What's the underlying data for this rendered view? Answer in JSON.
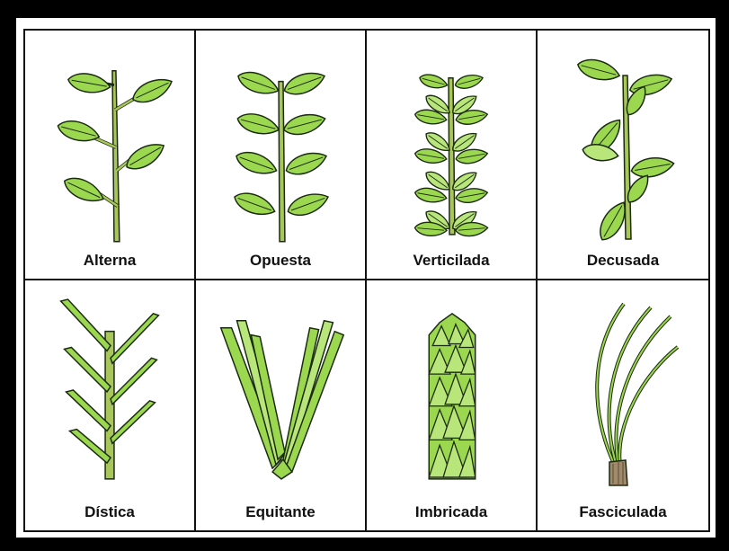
{
  "colors": {
    "leaf_fill": "#9bd84f",
    "leaf_light": "#b9e67a",
    "stem_fill": "#a9c65a",
    "outline": "#1b2a12",
    "base": "#a08a6a"
  },
  "cells": [
    {
      "label": "Alterna",
      "icon": "alternate-leaf-arrangement-icon"
    },
    {
      "label": "Opuesta",
      "icon": "opposite-leaf-arrangement-icon"
    },
    {
      "label": "Verticilada",
      "icon": "whorled-leaf-arrangement-icon"
    },
    {
      "label": "Decusada",
      "icon": "decussate-leaf-arrangement-icon"
    },
    {
      "label": "Dística",
      "icon": "distichous-leaf-arrangement-icon"
    },
    {
      "label": "Equitante",
      "icon": "equitant-leaf-arrangement-icon"
    },
    {
      "label": "Imbricada",
      "icon": "imbricate-leaf-arrangement-icon"
    },
    {
      "label": "Fasciculada",
      "icon": "fascicled-leaf-arrangement-icon"
    }
  ]
}
